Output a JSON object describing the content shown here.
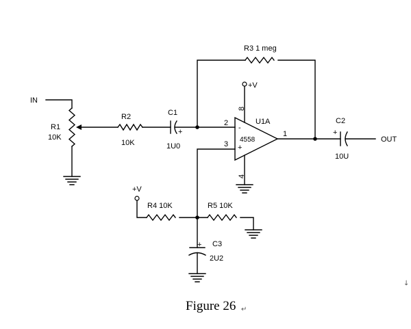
{
  "colors": {
    "background": "#ffffff",
    "ink": "#000000"
  },
  "nets": {
    "input": "IN",
    "output": "OUT",
    "supply_opamp": "+V",
    "supply_bias": "+V"
  },
  "components": {
    "R1": {
      "ref": "R1",
      "value": "10K"
    },
    "R2": {
      "ref": "R2",
      "value": "10K"
    },
    "R3": {
      "label": "R3 1 meg"
    },
    "R4": {
      "label": "R4 10K"
    },
    "R5": {
      "label": "R5 10K"
    },
    "C1": {
      "ref": "C1",
      "value": "1U0",
      "polarity": "+"
    },
    "C2": {
      "ref": "C2",
      "value": "10U",
      "polarity": "+"
    },
    "C3": {
      "ref": "C3",
      "value": "2U2",
      "polarity": "+"
    },
    "U1A": {
      "ref": "U1A",
      "part": "4558",
      "inverting_sign": "-",
      "noninverting_sign": "+",
      "pin_inverting": "2",
      "pin_noninverting": "3",
      "pin_output": "1",
      "pin_vplus": "8",
      "pin_vminus": "4"
    }
  },
  "caption": {
    "text": "Figure 26",
    "paragraph_mark": "↵"
  },
  "margin_mark": "↓"
}
